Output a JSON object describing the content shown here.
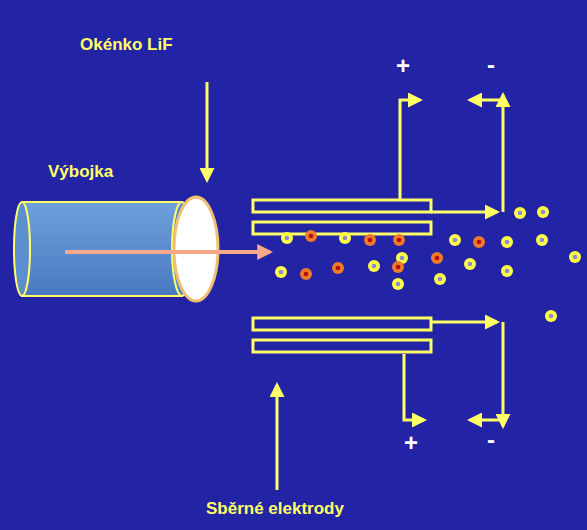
{
  "diagram": {
    "labels": [
      "Okénko LiF",
      "Výbojka",
      "Sběrné elektrody",
      "+",
      "-",
      "+",
      "-"
    ]
  }
}
